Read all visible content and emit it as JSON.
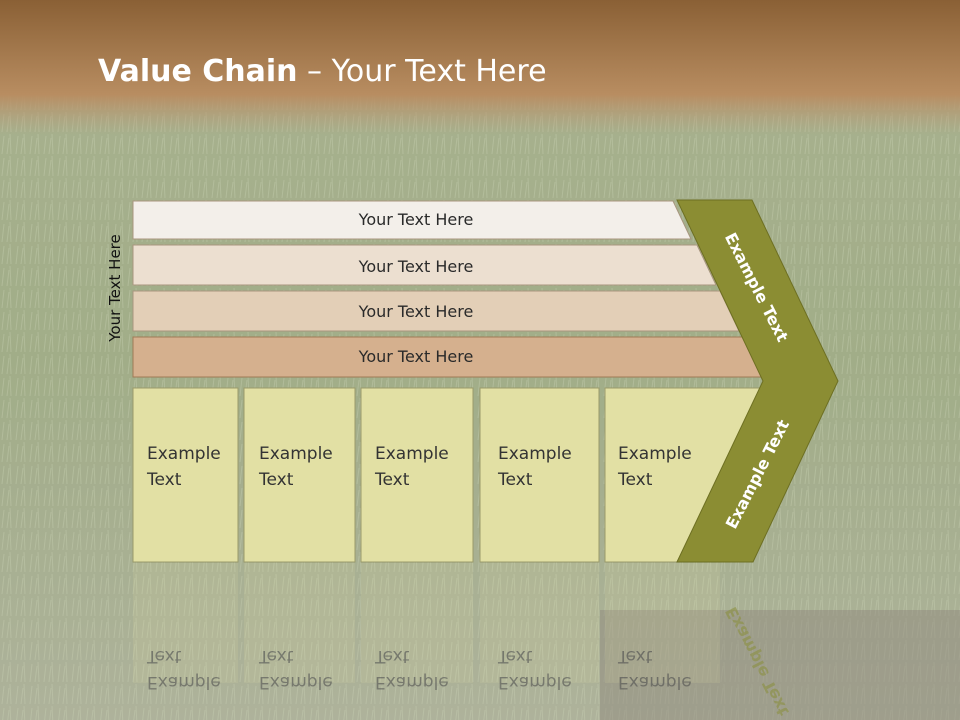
{
  "slide": {
    "title_bold": "Value Chain",
    "title_rest": " – Your Text Here",
    "side_label": "Your Text Here"
  },
  "bars": [
    {
      "label": "Your Text Here",
      "color": "#f3efea"
    },
    {
      "label": "Your Text Here",
      "color": "#ecdfd0"
    },
    {
      "label": "Your Text Here",
      "color": "#e3cfb7"
    },
    {
      "label": "Your Text Here",
      "color": "#d5b08e"
    }
  ],
  "columns": [
    {
      "line1": "Example",
      "line2": "Text"
    },
    {
      "line1": "Example",
      "line2": "Text"
    },
    {
      "line1": "Example",
      "line2": "Text"
    },
    {
      "line1": "Example",
      "line2": "Text"
    },
    {
      "line1": "Example",
      "line2": "Text"
    }
  ],
  "chevron": {
    "upper_label": "Example Text",
    "lower_label": "Example Text",
    "color": "#8b8d33"
  },
  "colors": {
    "header_brown": "#a87a4e",
    "grass": "#8a9a6c",
    "column_fill": "#e2e0a4"
  }
}
